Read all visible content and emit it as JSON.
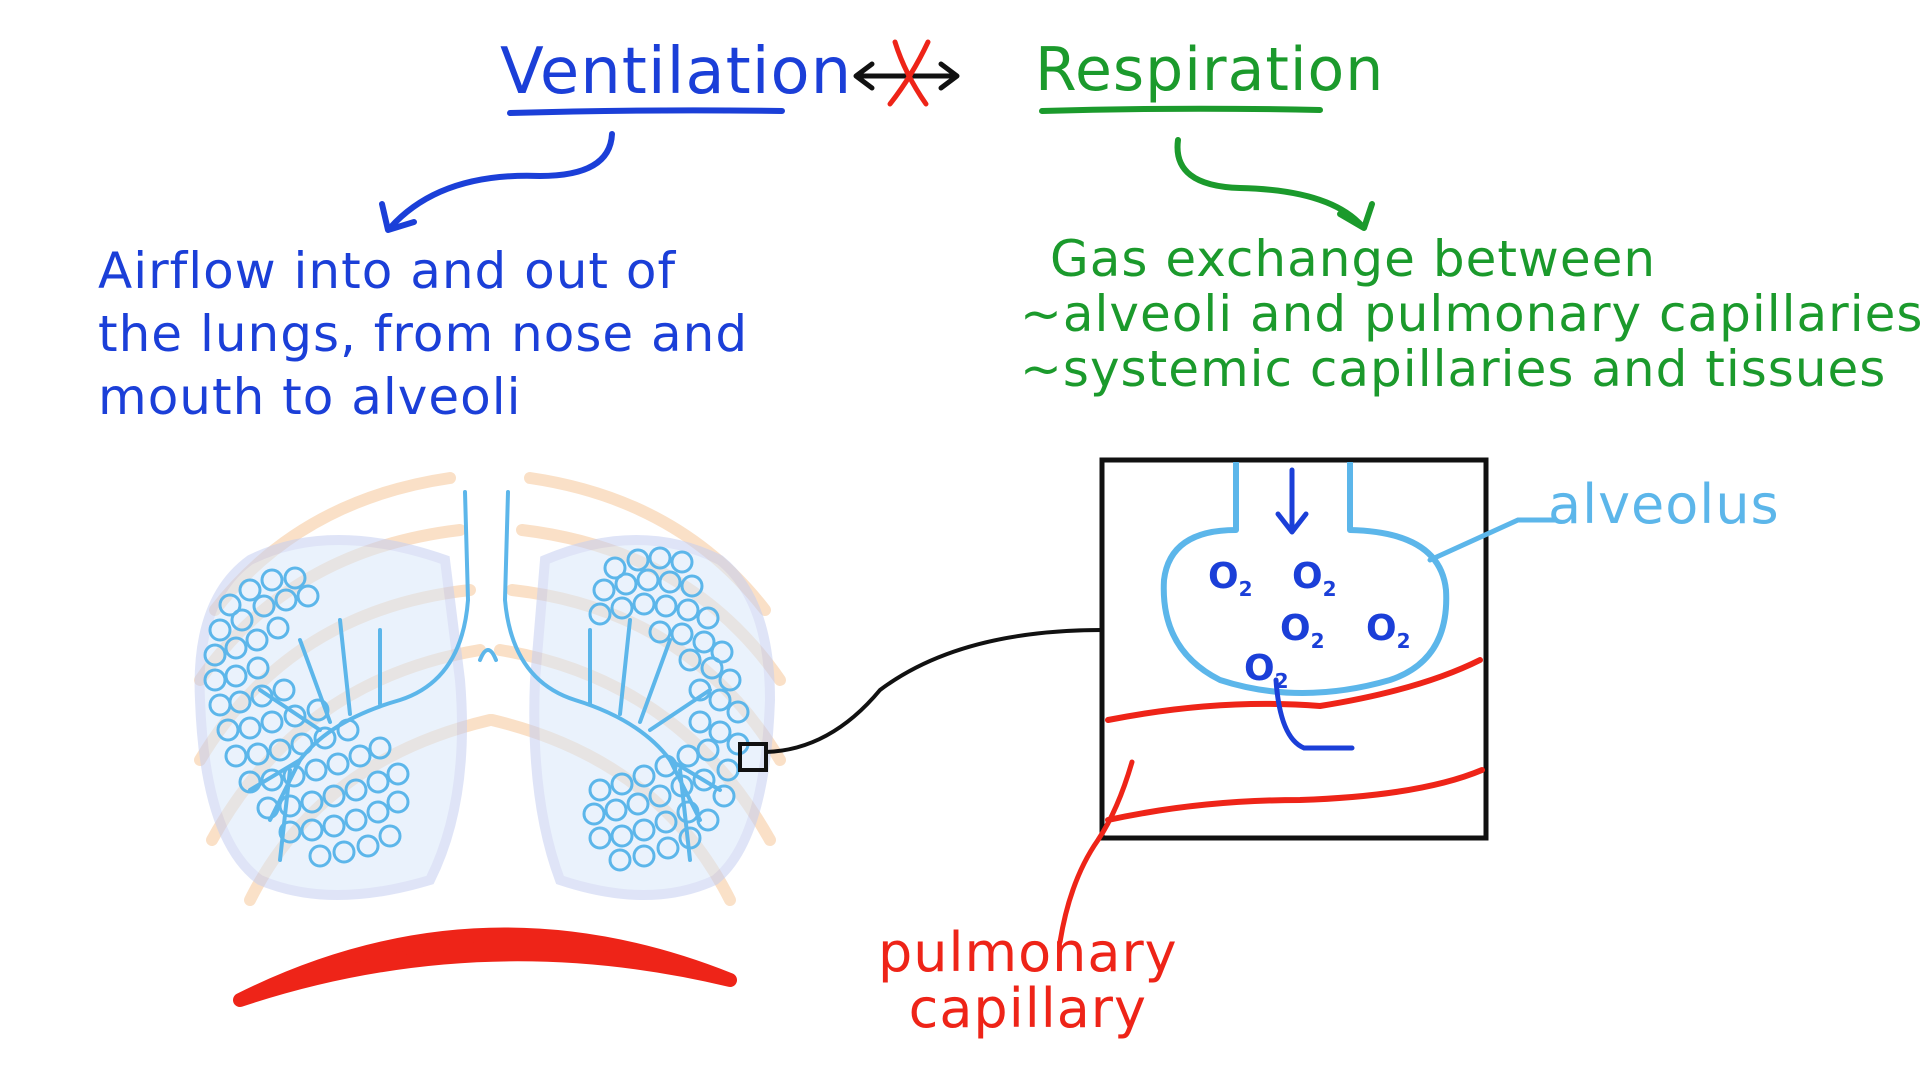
{
  "titles": {
    "ventilation": "Ventilation",
    "respiration": "Respiration"
  },
  "definitions": {
    "ventilation": [
      "Airflow into and out of",
      "the lungs, from nose and",
      "mouth to alveoli"
    ],
    "respiration": [
      "Gas exchange between",
      "~alveoli and pulmonary capillaries",
      "~systemic capillaries and tissues"
    ]
  },
  "labels": {
    "alveolus": "alveolus",
    "pulmonary_capillary": [
      "pulmonary",
      "capillary"
    ],
    "oxygen": "O",
    "oxygen_subscript": "2"
  },
  "colors": {
    "ventilation": "#1b3fd8",
    "respiration": "#1b9a2c",
    "alveolus": "#5cb6ea",
    "capillary": "#ee2418",
    "ribcage": "#f6c89a",
    "not_equal_cross": "#ee2418"
  },
  "icons": {
    "relation": "double-arrow-crossed-out"
  }
}
